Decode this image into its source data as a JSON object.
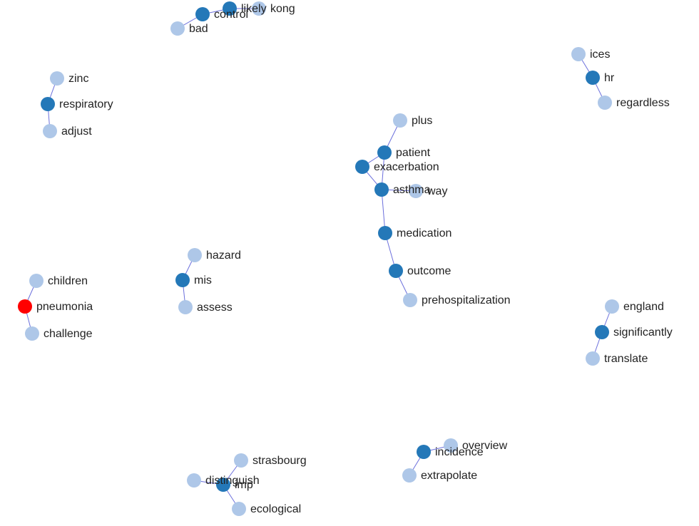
{
  "colors": {
    "hub": "#2478b8",
    "leaf": "#aec7e8",
    "highlight": "#ff0000",
    "edge": "#6b6fdc"
  },
  "nodes": [
    {
      "id": "bad",
      "label": "bad",
      "kind": "leaf"
    },
    {
      "id": "control",
      "label": "control",
      "kind": "hub"
    },
    {
      "id": "likely",
      "label": "likely",
      "kind": "hub"
    },
    {
      "id": "kong",
      "label": "kong",
      "kind": "leaf"
    },
    {
      "id": "zinc",
      "label": "zinc",
      "kind": "leaf"
    },
    {
      "id": "respiratory",
      "label": "respiratory",
      "kind": "hub"
    },
    {
      "id": "adjust",
      "label": "adjust",
      "kind": "leaf"
    },
    {
      "id": "ices",
      "label": "ices",
      "kind": "leaf"
    },
    {
      "id": "hr",
      "label": "hr",
      "kind": "hub"
    },
    {
      "id": "regardless",
      "label": "regardless",
      "kind": "leaf"
    },
    {
      "id": "plus",
      "label": "plus",
      "kind": "leaf"
    },
    {
      "id": "patient",
      "label": "patient",
      "kind": "hub"
    },
    {
      "id": "exacerbation",
      "label": "exacerbation",
      "kind": "hub"
    },
    {
      "id": "asthma",
      "label": "asthma",
      "kind": "hub"
    },
    {
      "id": "way",
      "label": "way",
      "kind": "leaf"
    },
    {
      "id": "medication",
      "label": "medication",
      "kind": "hub"
    },
    {
      "id": "outcome",
      "label": "outcome",
      "kind": "hub"
    },
    {
      "id": "prehospitalization",
      "label": "prehospitalization",
      "kind": "leaf"
    },
    {
      "id": "hazard",
      "label": "hazard",
      "kind": "leaf"
    },
    {
      "id": "mis",
      "label": "mis",
      "kind": "hub"
    },
    {
      "id": "assess",
      "label": "assess",
      "kind": "leaf"
    },
    {
      "id": "children",
      "label": "children",
      "kind": "leaf"
    },
    {
      "id": "pneumonia",
      "label": "pneumonia",
      "kind": "highlight"
    },
    {
      "id": "challenge",
      "label": "challenge",
      "kind": "leaf"
    },
    {
      "id": "england",
      "label": "england",
      "kind": "leaf"
    },
    {
      "id": "significantly",
      "label": "significantly",
      "kind": "hub"
    },
    {
      "id": "translate",
      "label": "translate",
      "kind": "leaf"
    },
    {
      "id": "strasbourg",
      "label": "strasbourg",
      "kind": "leaf"
    },
    {
      "id": "distinguish",
      "label": "distinguish",
      "kind": "leaf"
    },
    {
      "id": "imp",
      "label": "imp",
      "kind": "hub"
    },
    {
      "id": "ecological",
      "label": "ecological",
      "kind": "leaf"
    },
    {
      "id": "overview",
      "label": "overview",
      "kind": "leaf"
    },
    {
      "id": "incidence",
      "label": "incidence",
      "kind": "hub"
    },
    {
      "id": "extrapolate",
      "label": "extrapolate",
      "kind": "leaf"
    }
  ],
  "edges": [
    [
      "bad",
      "control"
    ],
    [
      "control",
      "likely"
    ],
    [
      "likely",
      "kong"
    ],
    [
      "zinc",
      "respiratory"
    ],
    [
      "respiratory",
      "adjust"
    ],
    [
      "ices",
      "hr"
    ],
    [
      "hr",
      "regardless"
    ],
    [
      "plus",
      "patient"
    ],
    [
      "patient",
      "exacerbation"
    ],
    [
      "patient",
      "asthma"
    ],
    [
      "exacerbation",
      "asthma"
    ],
    [
      "asthma",
      "way"
    ],
    [
      "asthma",
      "medication"
    ],
    [
      "medication",
      "outcome"
    ],
    [
      "outcome",
      "prehospitalization"
    ],
    [
      "hazard",
      "mis"
    ],
    [
      "mis",
      "assess"
    ],
    [
      "children",
      "pneumonia"
    ],
    [
      "pneumonia",
      "challenge"
    ],
    [
      "england",
      "significantly"
    ],
    [
      "significantly",
      "translate"
    ],
    [
      "strasbourg",
      "imp"
    ],
    [
      "distinguish",
      "imp"
    ],
    [
      "imp",
      "ecological"
    ],
    [
      "overview",
      "incidence"
    ],
    [
      "incidence",
      "extrapolate"
    ]
  ]
}
